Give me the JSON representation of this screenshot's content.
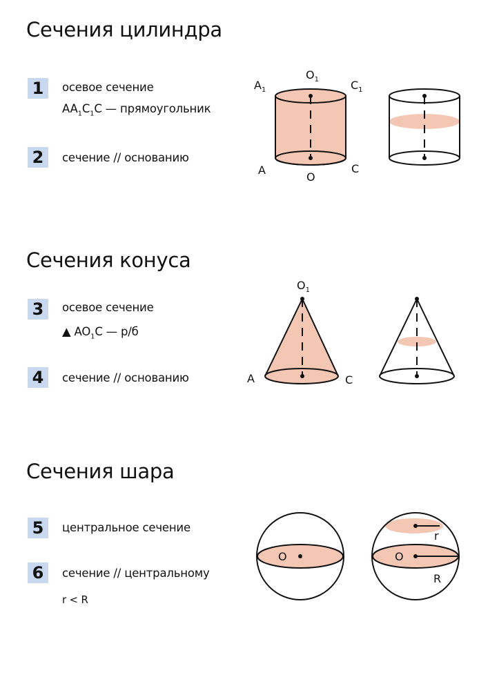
{
  "cylinder": {
    "title": "Сечения цилиндра",
    "items": [
      {
        "num": "1",
        "line1": "осевое сечение",
        "line2_pre": "AA",
        "line2_mid": "C",
        "line2_post": "C — прямоугольник",
        "sub": "1"
      },
      {
        "num": "2",
        "text": "сечение // основанию"
      }
    ],
    "labels": {
      "a1": "A",
      "c1": "C",
      "o1": "O",
      "a": "A",
      "c": "C",
      "o": "O",
      "sub": "1"
    }
  },
  "cone": {
    "title": "Сечения конуса",
    "items": [
      {
        "num": "3",
        "line1": "осевое сечение",
        "triangle": "▲",
        "line2_pre": "AO",
        "sub": "1",
        "line2_post": "C  — р/б"
      },
      {
        "num": "4",
        "text": "сечение // основанию"
      }
    ],
    "labels": {
      "o1": "O",
      "sub": "1",
      "a": "A",
      "c": "C"
    }
  },
  "sphere": {
    "title": "Сечения шара",
    "items": [
      {
        "num": "5",
        "text": "центральное сечение"
      },
      {
        "num": "6",
        "text": "сечение // центральному",
        "extra": "r < R"
      }
    ],
    "labels": {
      "o_left": "O",
      "o_right": "O",
      "r": "r",
      "R": "R"
    }
  },
  "colors": {
    "highlight": "#f3c7b4",
    "number_bg": "#c7d8ef",
    "ink": "#111111"
  }
}
